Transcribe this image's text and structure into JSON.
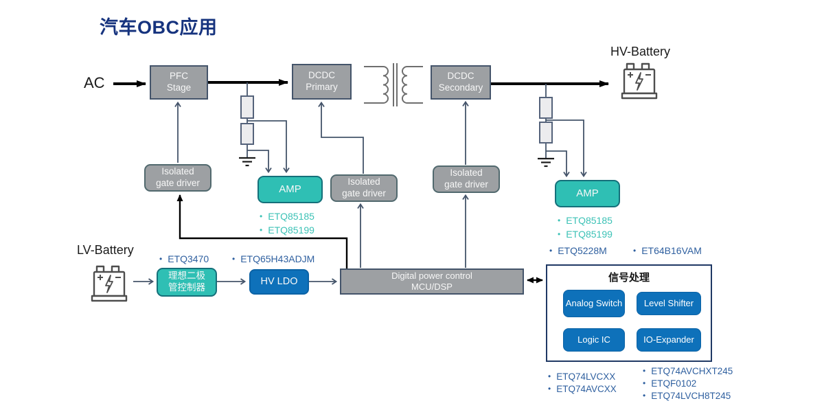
{
  "title": "汽车OBC应用",
  "colors": {
    "title_navy": "#16337e",
    "gray_box": "#9da0a3",
    "box_border": "#44546a",
    "teal_box": "#2fbfb4",
    "blue_box": "#0e71ba",
    "part_text_blue": "#2e5f9f",
    "part_text_teal": "#3cc2b6",
    "connector_slate": "#44546a"
  },
  "labels": {
    "ac": "AC",
    "hv_battery": "HV-Battery",
    "lv_battery": "LV-Battery"
  },
  "blocks": {
    "pfc": "PFC\nStage",
    "dcdc_primary": "DCDC\nPrimary",
    "dcdc_secondary": "DCDC\nSecondary",
    "isolated_gate_driver": "Isolated\ngate driver",
    "amp": "AMP",
    "ideal_diode_controller": "理想二极\n管控制器",
    "hv_ldo": "HV LDO",
    "mcu": "Digital power control\nMCU/DSP"
  },
  "signal_processing": {
    "title": "信号处理",
    "buttons": [
      "Analog Switch",
      "Level Shifter",
      "Logic IC",
      "IO-Expander"
    ]
  },
  "parts": {
    "amp_left": [
      "ETQ85185",
      "ETQ85199"
    ],
    "amp_right": [
      "ETQ85185",
      "ETQ85199"
    ],
    "ideal_diode": "ETQ3470",
    "hv_ldo": "ETQ65H43ADJM",
    "hv_side": [
      "ETQ5228M",
      "ET64B16VAM"
    ],
    "signal_left": [
      "ETQ74LVCXX",
      "ETQ74AVCXX"
    ],
    "signal_right": [
      "ETQ74AVCHXT245",
      "ETQF0102",
      "ETQ74LVCH8T245"
    ]
  }
}
